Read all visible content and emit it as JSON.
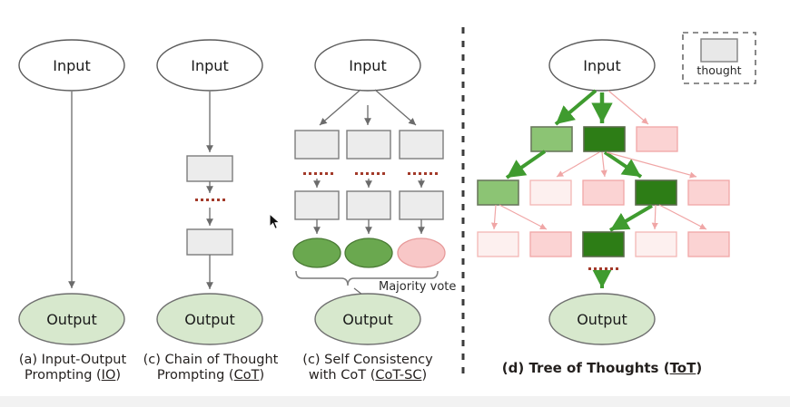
{
  "diagram": {
    "title_hidden": "",
    "background": "#ffffff",
    "captions": [
      {
        "id": "io",
        "line1": "(a) Input-Output",
        "line2_pre": "Prompting (",
        "line2_abbr": "IO",
        "line2_post": ")",
        "bold": false
      },
      {
        "id": "cot",
        "line1": "(c) Chain of Thought",
        "line2_pre": "Prompting (",
        "line2_abbr": "CoT",
        "line2_post": ")",
        "bold": false
      },
      {
        "id": "cotsc",
        "line1": "(c) Self Consistency",
        "line2_pre": "with CoT (",
        "line2_abbr": "CoT-SC",
        "line2_post": ")",
        "bold": false
      },
      {
        "id": "tot",
        "line1": "",
        "line2_pre": "(d) Tree of Thoughts (",
        "line2_abbr": "ToT",
        "line2_post": ")",
        "bold": true
      }
    ],
    "legend": {
      "box_label": "thought",
      "box_fill": "#e8e8e8",
      "box_stroke": "#808080",
      "frame_stroke": "#6b6b6b"
    },
    "labels": {
      "input": "Input",
      "output": "Output",
      "majority_vote": "Majority vote",
      "ellipsis": "......"
    },
    "colors": {
      "thought_gray_fill": "#ececec",
      "thought_gray_stroke": "#7c7c7c",
      "output_green_fill": "#d7e8cd",
      "output_green_stroke": "#6f6f6f",
      "vote_green_fill": "#6aa84f",
      "vote_green_stroke": "#4a7a35",
      "vote_pink_fill": "#f8c7c7",
      "vote_pink_stroke": "#e79a9a",
      "tot_dark_green_fill": "#2d7d16",
      "tot_dark_green_stroke": "#5a6b4a",
      "tot_light_green_fill": "#8cc474",
      "tot_light_green_stroke": "#6b7a5e",
      "tot_pink_fill": "#fbd3d3",
      "tot_pink_stroke": "#f0a6a6",
      "tot_pale_pink_fill": "#fdf0ef",
      "tot_pale_pink_stroke": "#f3b6b4",
      "arrow_gray": "#6b6b6b",
      "arrow_green": "#3f9b2f",
      "arrow_pink": "#f0a6a6",
      "divider": "#3b3b3b",
      "dot_red": "#a33a2a"
    },
    "panels": {
      "io": {
        "name": "input-output-prompting",
        "input_node": "Input",
        "output_node": "Output"
      },
      "cot": {
        "name": "chain-of-thought-prompting",
        "input_node": "Input",
        "thought_count": 2,
        "output_node": "Output"
      },
      "cotsc": {
        "name": "self-consistency-with-cot",
        "input_node": "Input",
        "branches": 3,
        "thought_rows": 2,
        "vote_nodes": [
          "green",
          "green",
          "pink"
        ],
        "brace_label": "Majority vote",
        "output_node": "Output"
      },
      "tot": {
        "name": "tree-of-thoughts",
        "input_node": "Input",
        "output_node": "Output",
        "rows": [
          {
            "row": 1,
            "nodes": [
              "light-green",
              "dark-green",
              "pink"
            ]
          },
          {
            "row": 2,
            "nodes": [
              "light-green",
              "pale-pink",
              "pink",
              "dark-green",
              "pink"
            ]
          },
          {
            "row": 3,
            "nodes": [
              "pale-pink",
              "pink",
              "dark-green",
              "pale-pink",
              "pink"
            ]
          }
        ]
      }
    }
  }
}
